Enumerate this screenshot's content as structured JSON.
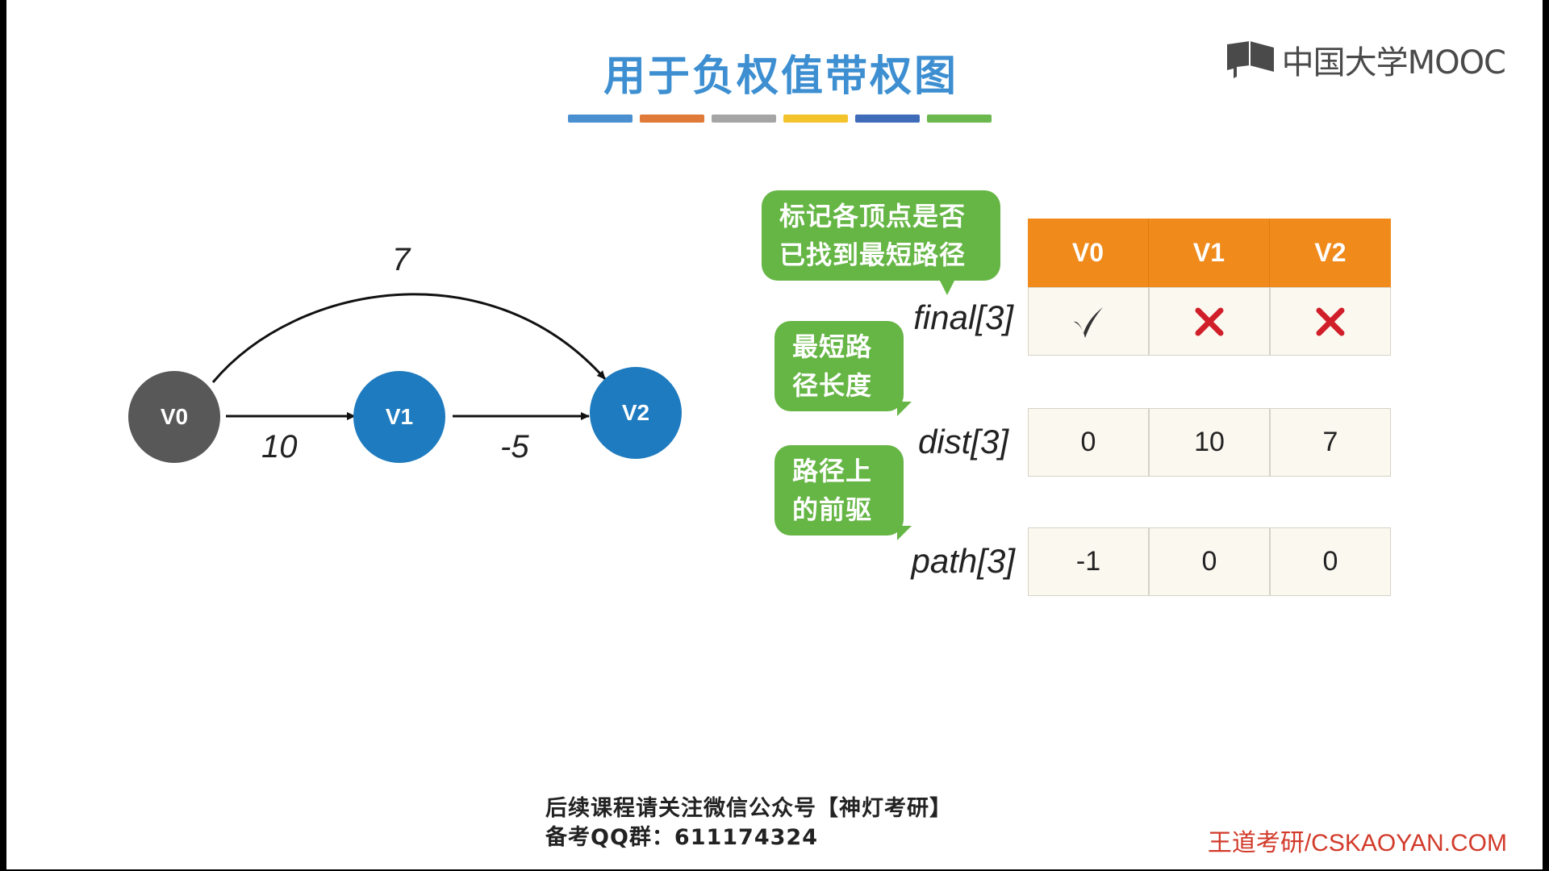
{
  "title": "用于负权值带权图",
  "color_bar": [
    "#4a8fd0",
    "#e07a38",
    "#a5a5a5",
    "#f3c32c",
    "#3e6cb8",
    "#6bb84e"
  ],
  "logo": {
    "icon": "mooc-logo-icon",
    "text": "中国大学MOOC"
  },
  "graph": {
    "nodes": [
      {
        "id": "V0",
        "label": "V0",
        "color": "#585858"
      },
      {
        "id": "V1",
        "label": "V1",
        "color": "#1f7bbf"
      },
      {
        "id": "V2",
        "label": "V2",
        "color": "#1f7bbf"
      }
    ],
    "edges": [
      {
        "from": "V0",
        "to": "V1",
        "weight": "10"
      },
      {
        "from": "V1",
        "to": "V2",
        "weight": "-5"
      },
      {
        "from": "V0",
        "to": "V2",
        "weight": "7"
      }
    ]
  },
  "table": {
    "headers": [
      "V0",
      "V1",
      "V2"
    ],
    "header_color": "#ef8a1b",
    "rows": [
      {
        "label": "final[3]",
        "values": [
          "check",
          "cross",
          "cross"
        ]
      },
      {
        "label": "dist[3]",
        "values": [
          "0",
          "10",
          "7"
        ]
      },
      {
        "label": "path[3]",
        "values": [
          "-1",
          "0",
          "0"
        ]
      }
    ]
  },
  "callouts": {
    "final": [
      "标记各顶点是否",
      "已找到最短路径"
    ],
    "dist": [
      "最短路",
      "径长度"
    ],
    "path": [
      "路径上",
      "的前驱"
    ],
    "color": "#66b646"
  },
  "footer": {
    "line1": "后续课程请关注微信公众号【神灯考研】",
    "line2": "备考QQ群：611174324"
  },
  "brand": "王道考研/CSKAOYAN.COM"
}
